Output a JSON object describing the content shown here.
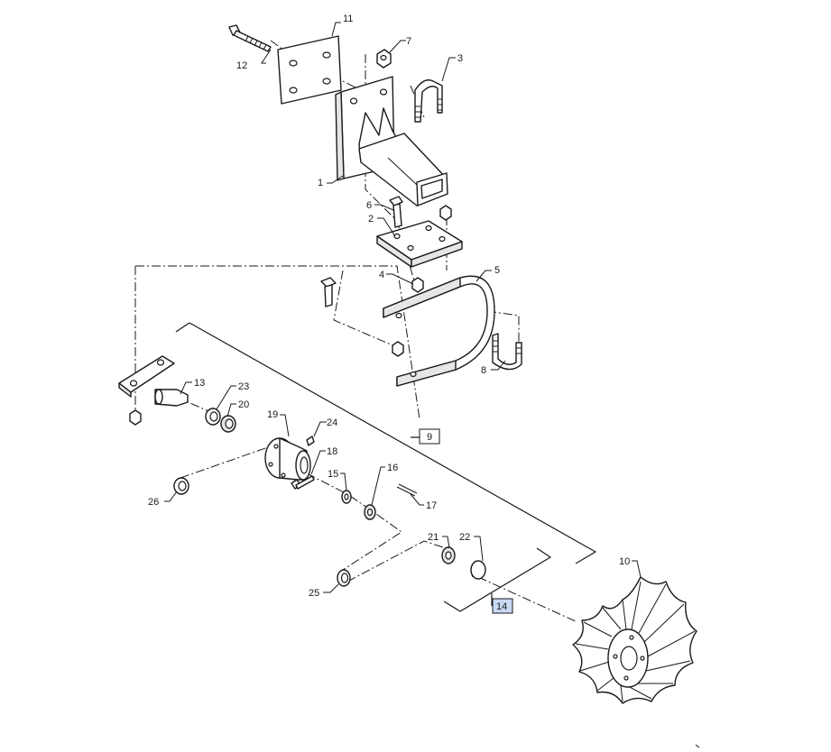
{
  "callouts": {
    "c1": "1",
    "c2": "2",
    "c3": "3",
    "c4": "4",
    "c5": "5",
    "c6": "6",
    "c7": "7",
    "c8": "8",
    "c9": "9",
    "c10": "10",
    "c11": "11",
    "c12": "12",
    "c13": "13",
    "c14": "14",
    "c15": "15",
    "c16": "16",
    "c17": "17",
    "c18": "18",
    "c19": "19",
    "c20": "20",
    "c21": "21",
    "c22": "22",
    "c23": "23",
    "c24": "24",
    "c25": "25",
    "c26": "26"
  },
  "colors": {
    "line": "#1a1a1a",
    "highlight_fill": "#c9d8f3",
    "background": "#ffffff"
  },
  "highlighted_callout": "14"
}
